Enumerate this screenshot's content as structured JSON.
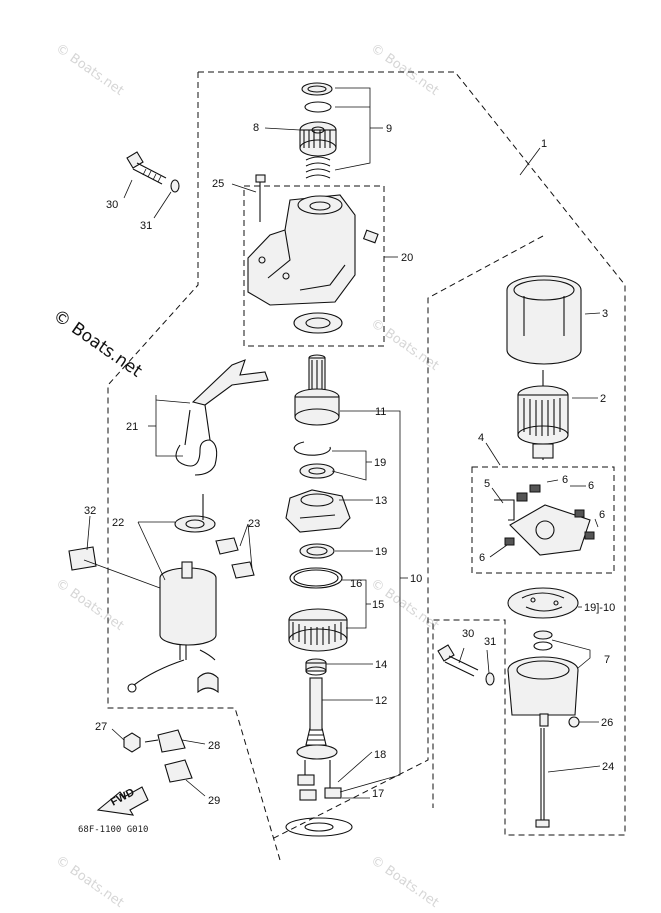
{
  "watermark": {
    "text": "© Boats.net",
    "main_text": "© Boats.net"
  },
  "drawing_code": "68F-1100 G010",
  "fwd_label": "FWD",
  "callouts": [
    {
      "id": "1",
      "label": "1"
    },
    {
      "id": "2",
      "label": "2"
    },
    {
      "id": "3",
      "label": "3"
    },
    {
      "id": "4",
      "label": "4"
    },
    {
      "id": "5",
      "label": "5"
    },
    {
      "id": "6a",
      "label": "6"
    },
    {
      "id": "6b",
      "label": "6"
    },
    {
      "id": "6c",
      "label": "6"
    },
    {
      "id": "6d",
      "label": "6"
    },
    {
      "id": "7",
      "label": "7"
    },
    {
      "id": "8",
      "label": "8"
    },
    {
      "id": "9",
      "label": "9"
    },
    {
      "id": "10a",
      "label": "10"
    },
    {
      "id": "10b",
      "label": "19]-10"
    },
    {
      "id": "11",
      "label": "11"
    },
    {
      "id": "12",
      "label": "12"
    },
    {
      "id": "13",
      "label": "13"
    },
    {
      "id": "14",
      "label": "14"
    },
    {
      "id": "15",
      "label": "15"
    },
    {
      "id": "16",
      "label": "16"
    },
    {
      "id": "17",
      "label": "17"
    },
    {
      "id": "18",
      "label": "18"
    },
    {
      "id": "19a",
      "label": "19"
    },
    {
      "id": "19b",
      "label": "19"
    },
    {
      "id": "20",
      "label": "20"
    },
    {
      "id": "21",
      "label": "21"
    },
    {
      "id": "22",
      "label": "22"
    },
    {
      "id": "23",
      "label": "23"
    },
    {
      "id": "24",
      "label": "24"
    },
    {
      "id": "25",
      "label": "25"
    },
    {
      "id": "26",
      "label": "26"
    },
    {
      "id": "27",
      "label": "27"
    },
    {
      "id": "28",
      "label": "28"
    },
    {
      "id": "29",
      "label": "29"
    },
    {
      "id": "30a",
      "label": "30"
    },
    {
      "id": "30b",
      "label": "30"
    },
    {
      "id": "31a",
      "label": "31"
    },
    {
      "id": "31b",
      "label": "31"
    },
    {
      "id": "32",
      "label": "32"
    }
  ]
}
